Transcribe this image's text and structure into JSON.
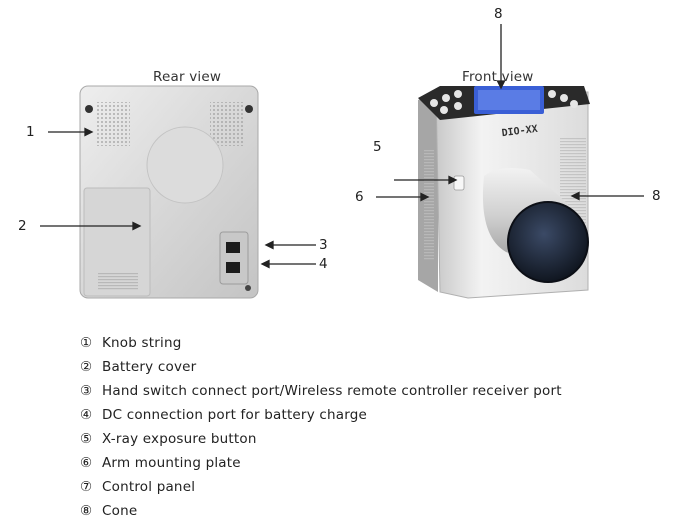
{
  "views": {
    "rear_title": "Rear view",
    "front_title": "Front view"
  },
  "device": {
    "model_label": "DIO-XX"
  },
  "callouts": {
    "rear": [
      "1",
      "2",
      "3",
      "4"
    ],
    "front": [
      "8",
      "5",
      "6",
      "8"
    ]
  },
  "legend": [
    {
      "num": "①",
      "text": "Knob string"
    },
    {
      "num": "②",
      "text": "Battery cover"
    },
    {
      "num": "③",
      "text": "Hand switch connect port/Wireless remote controller receiver port"
    },
    {
      "num": "④",
      "text": "DC connection port for battery charge"
    },
    {
      "num": "⑤",
      "text": "X-ray exposure button"
    },
    {
      "num": "⑥",
      "text": "Arm mounting plate"
    },
    {
      "num": "⑦",
      "text": "Control panel"
    },
    {
      "num": "⑧",
      "text": "Cone"
    }
  ]
}
